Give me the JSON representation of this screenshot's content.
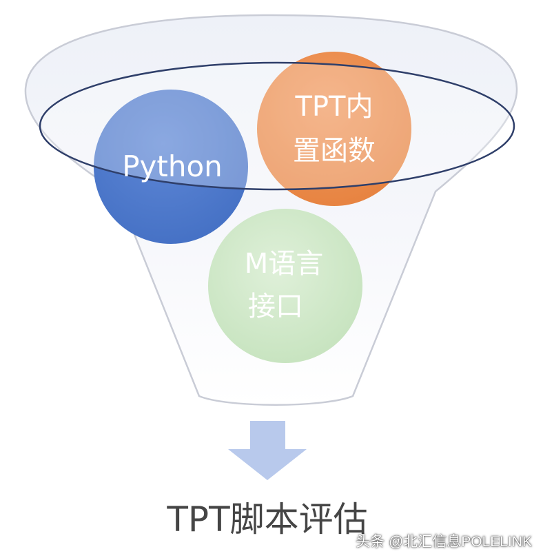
{
  "diagram": {
    "inputs": [
      {
        "id": "python",
        "lines": [
          "Python"
        ],
        "color": "#4f78cb"
      },
      {
        "id": "tpt-builtin",
        "lines": [
          "TPT内",
          "置函数"
        ],
        "color": "#ec8d51"
      },
      {
        "id": "m-language",
        "lines": [
          "M语言",
          "接口"
        ],
        "color": "#cfe8c8"
      }
    ],
    "output": "TPT脚本评估",
    "funnel_outline_color": "#2f3f6a",
    "arrow_color": "#b8c9ec"
  },
  "watermark": "头条 @北汇信息POLELINK"
}
